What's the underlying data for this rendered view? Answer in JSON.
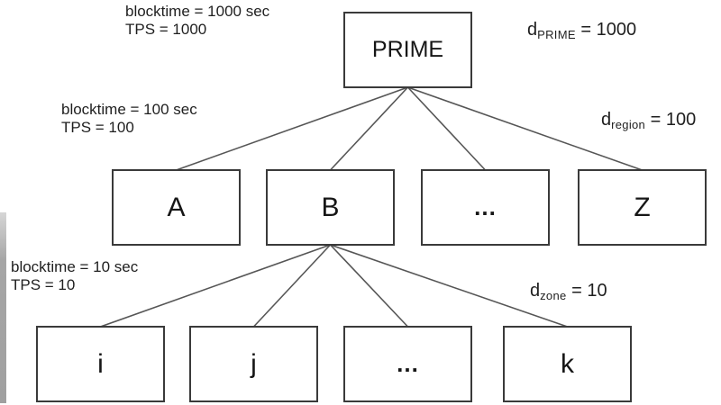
{
  "style": {
    "background": "#ffffff",
    "box_border_color": "#3a3a3a",
    "connector_color": "#565656",
    "text_color": "#1c1c1c"
  },
  "nodes": {
    "prime": {
      "id": "prime",
      "label": "PRIME"
    },
    "regions": [
      {
        "id": "A",
        "label": "A"
      },
      {
        "id": "B",
        "label": "B"
      },
      {
        "id": "region-dots",
        "label": "..."
      },
      {
        "id": "Z",
        "label": "Z"
      }
    ],
    "zones": [
      {
        "id": "i",
        "label": "i"
      },
      {
        "id": "j",
        "label": "j"
      },
      {
        "id": "zone-dots",
        "label": "..."
      },
      {
        "id": "k",
        "label": "k"
      }
    ]
  },
  "edges": [
    {
      "from": "prime",
      "to": "A"
    },
    {
      "from": "prime",
      "to": "B"
    },
    {
      "from": "prime",
      "to": "region-dots"
    },
    {
      "from": "prime",
      "to": "Z"
    },
    {
      "from": "B",
      "to": "i"
    },
    {
      "from": "B",
      "to": "j"
    },
    {
      "from": "B",
      "to": "zone-dots"
    },
    {
      "from": "B",
      "to": "k"
    }
  ],
  "annotations": {
    "prime_level": {
      "line1": "blocktime = 1000 sec",
      "line2": "TPS = 1000"
    },
    "region_level": {
      "line1": "blocktime = 100 sec",
      "line2": "TPS = 100"
    },
    "zone_level": {
      "line1": "blocktime = 10 sec",
      "line2": "TPS = 10"
    }
  },
  "degree_labels": {
    "prime": {
      "base": "d",
      "sub": "PRIME",
      "value": "= 1000"
    },
    "region": {
      "base": "d",
      "sub": "region",
      "value": "= 100"
    },
    "zone": {
      "base": "d",
      "sub": "zone",
      "value": "= 10"
    }
  }
}
